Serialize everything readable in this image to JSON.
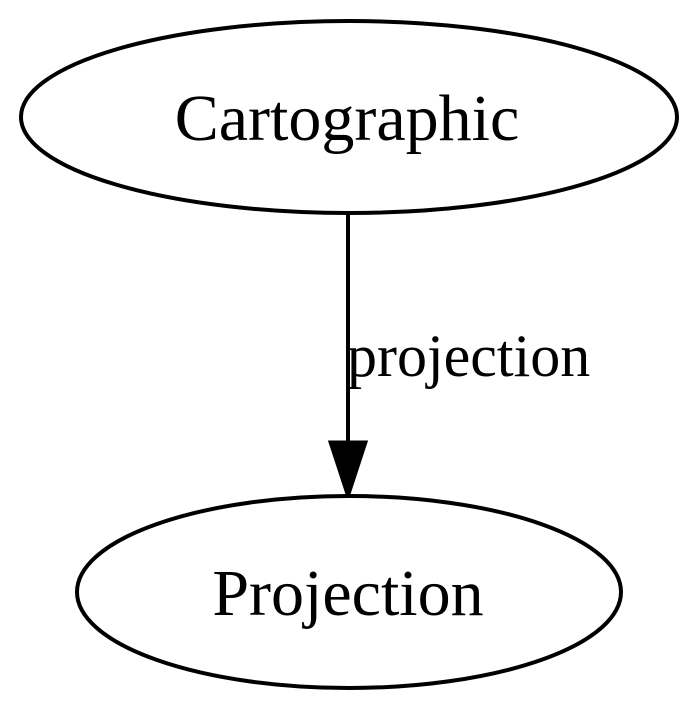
{
  "nodes": {
    "source": {
      "label": "Cartographic"
    },
    "target": {
      "label": "Projection"
    }
  },
  "edges": [
    {
      "from": "Cartographic",
      "to": "Projection",
      "label": "projection"
    }
  ]
}
